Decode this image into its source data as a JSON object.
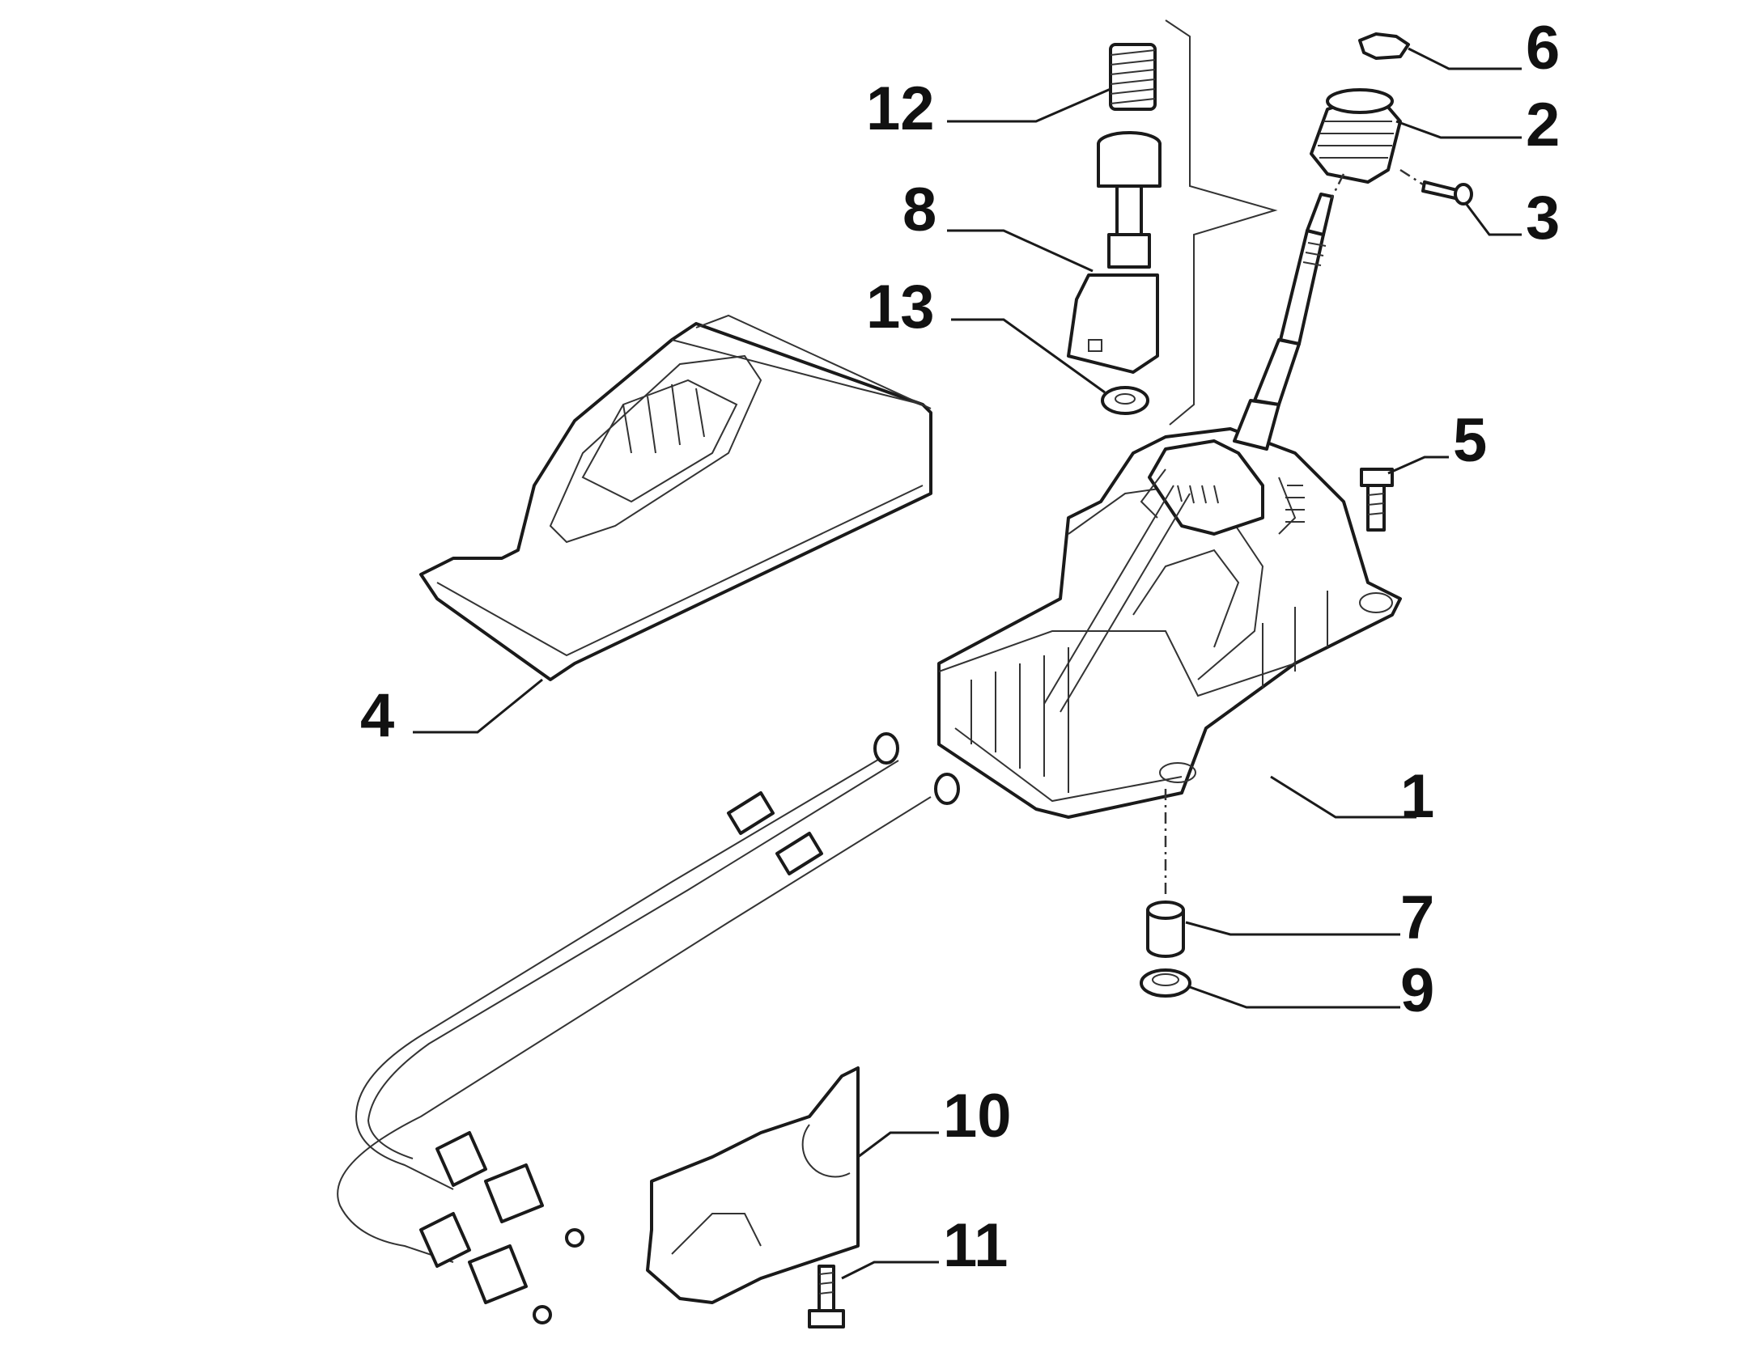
{
  "diagram": {
    "style": "exploded parts diagram, black line art on white",
    "callouts": [
      {
        "id": "c1",
        "label": "1"
      },
      {
        "id": "c2",
        "label": "2"
      },
      {
        "id": "c3",
        "label": "3"
      },
      {
        "id": "c4",
        "label": "4"
      },
      {
        "id": "c5",
        "label": "5"
      },
      {
        "id": "c6",
        "label": "6"
      },
      {
        "id": "c7",
        "label": "7"
      },
      {
        "id": "c8",
        "label": "8"
      },
      {
        "id": "c9",
        "label": "9"
      },
      {
        "id": "c10",
        "label": "10"
      },
      {
        "id": "c11",
        "label": "11"
      },
      {
        "id": "c12",
        "label": "12"
      },
      {
        "id": "c13",
        "label": "13"
      }
    ],
    "colors": {
      "ink": "#1a1a1a",
      "background": "#ffffff"
    }
  }
}
